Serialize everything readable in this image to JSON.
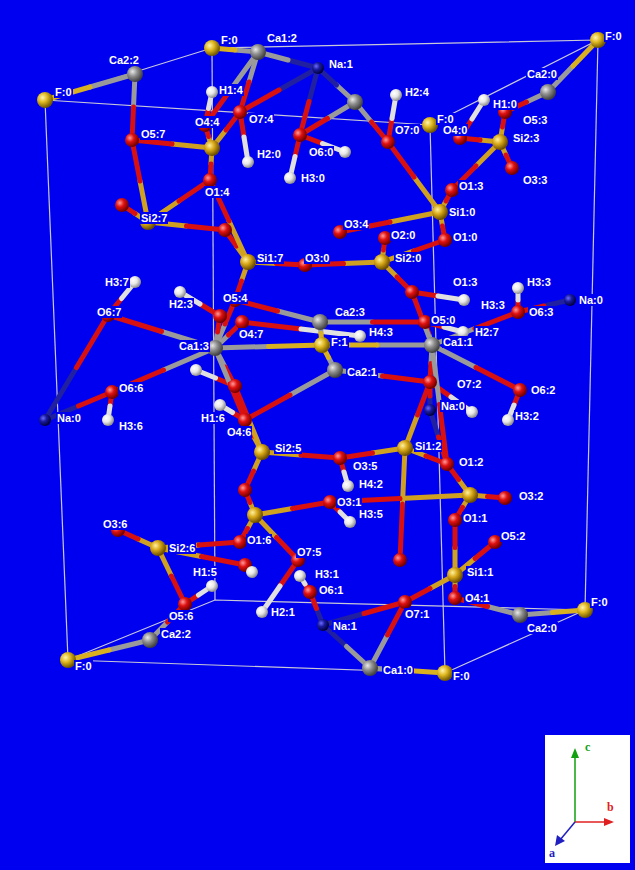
{
  "diagram": {
    "labels": [
      "F:0",
      "Ca1:2",
      "F:0",
      "Ca2:2",
      "Na:1",
      "Ca2:0",
      "F:0",
      "H1:4",
      "H2:4",
      "H1:0",
      "O4:4",
      "O7:4",
      "O5:3",
      "F:0",
      "H2:0",
      "O6:0",
      "O7:0",
      "O4:0",
      "O5:7",
      "Si2:3",
      "H3:0",
      "O3:3",
      "O1:4",
      "O1:3",
      "Si2:7",
      "Si1:0",
      "O3:4",
      "O2:0",
      "O1:0",
      "Si1:7",
      "O3:0",
      "Si2:0",
      "H3:7",
      "H2:3",
      "H3:3",
      "O1:3",
      "H3:3",
      "O6:3",
      "O5:4",
      "O4:7",
      "Ca2:3",
      "H4:3",
      "O5:0",
      "H2:7",
      "Na:0",
      "O6:7",
      "Ca1:3",
      "F:1",
      "Ca1:1",
      "Ca2:1",
      "O7:2",
      "O6:2",
      "Na:0",
      "O6:6",
      "Na:0",
      "H3:2",
      "H3:6",
      "H1:6",
      "O4:6",
      "Si2:5",
      "O3:5",
      "Si1:2",
      "O1:2",
      "H4:2",
      "O3:1",
      "O3:2",
      "O3:6",
      "Si2:6",
      "O1:6",
      "O7:5",
      "H3:5",
      "O1:1",
      "O5:2",
      "Si1:1",
      "O4:1",
      "H1:5",
      "O5:6",
      "H3:1",
      "H2:1",
      "O6:1",
      "O7:1",
      "Na:1",
      "Ca2:0",
      "F:0",
      "Ca2:2",
      "F:0",
      "Ca1:0",
      "F:0",
      "c",
      "b",
      "a"
    ]
  }
}
